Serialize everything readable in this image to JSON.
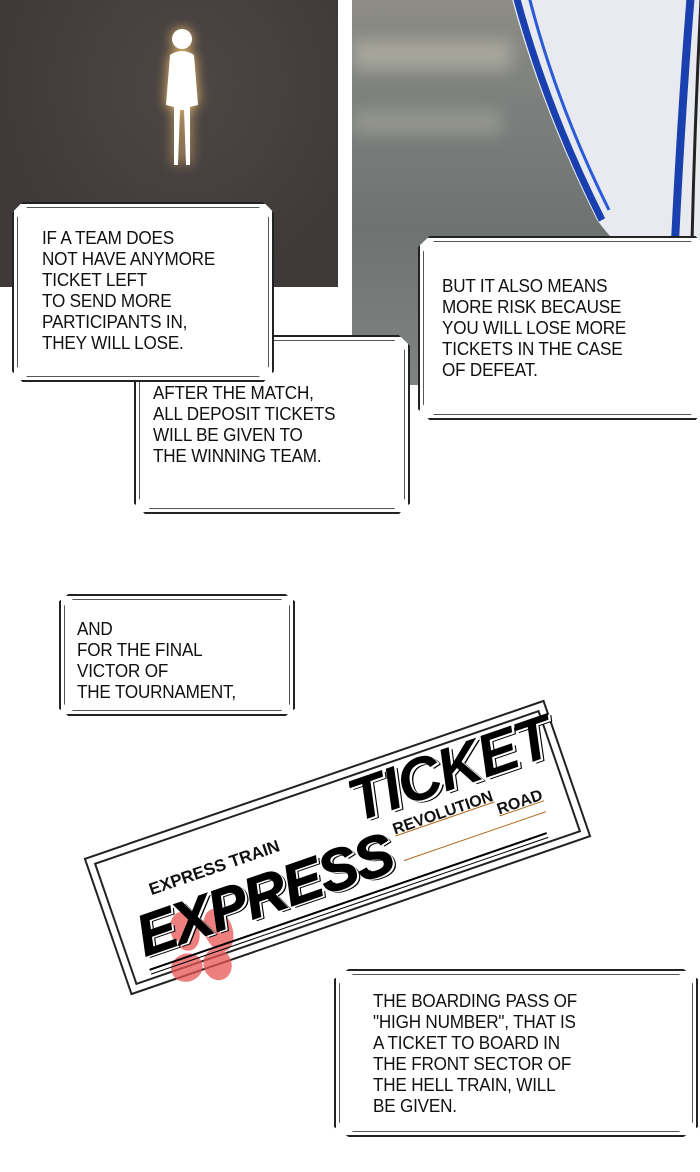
{
  "panels": {
    "top_left": {
      "background_color": "#433d3c",
      "glow_color": "#f0c070"
    },
    "top_right": {
      "background_color": "#7a7e7c",
      "accent_color": "#2255cc"
    }
  },
  "captions": [
    {
      "lines": "IF A TEAM DOES\nNOT HAVE ANYMORE\nTICKET LEFT\nTO SEND MORE\nPARTICIPANTS IN,\nTHEY WILL LOSE."
    },
    {
      "lines": "AFTER THE MATCH,\nALL DEPOSIT TICKETS\nWILL BE GIVEN TO\nTHE WINNING TEAM."
    },
    {
      "lines": "BUT IT ALSO MEANS\nMORE RISK BECAUSE\nYOU WILL LOSE MORE\nTICKETS IN THE CASE\nOF DEFEAT."
    },
    {
      "lines": "AND\nFOR THE FINAL\nVICTOR OF\nTHE TOURNAMENT,"
    },
    {
      "lines": "THE BOARDING PASS OF\n\"HIGH NUMBER\", THAT IS\nA TICKET TO BOARD IN\nTHE FRONT SECTOR OF\nTHE HELL TRAIN, WILL\nBE GIVEN."
    }
  ],
  "ticket": {
    "subtitle": "EXPRESS TRAIN",
    "word1": "EXPRESS",
    "word2": "TICKET",
    "line1": "REVOLUTION",
    "line2": "ROAD",
    "flower_color": "#e85555",
    "accent_color": "#b06a1a"
  }
}
